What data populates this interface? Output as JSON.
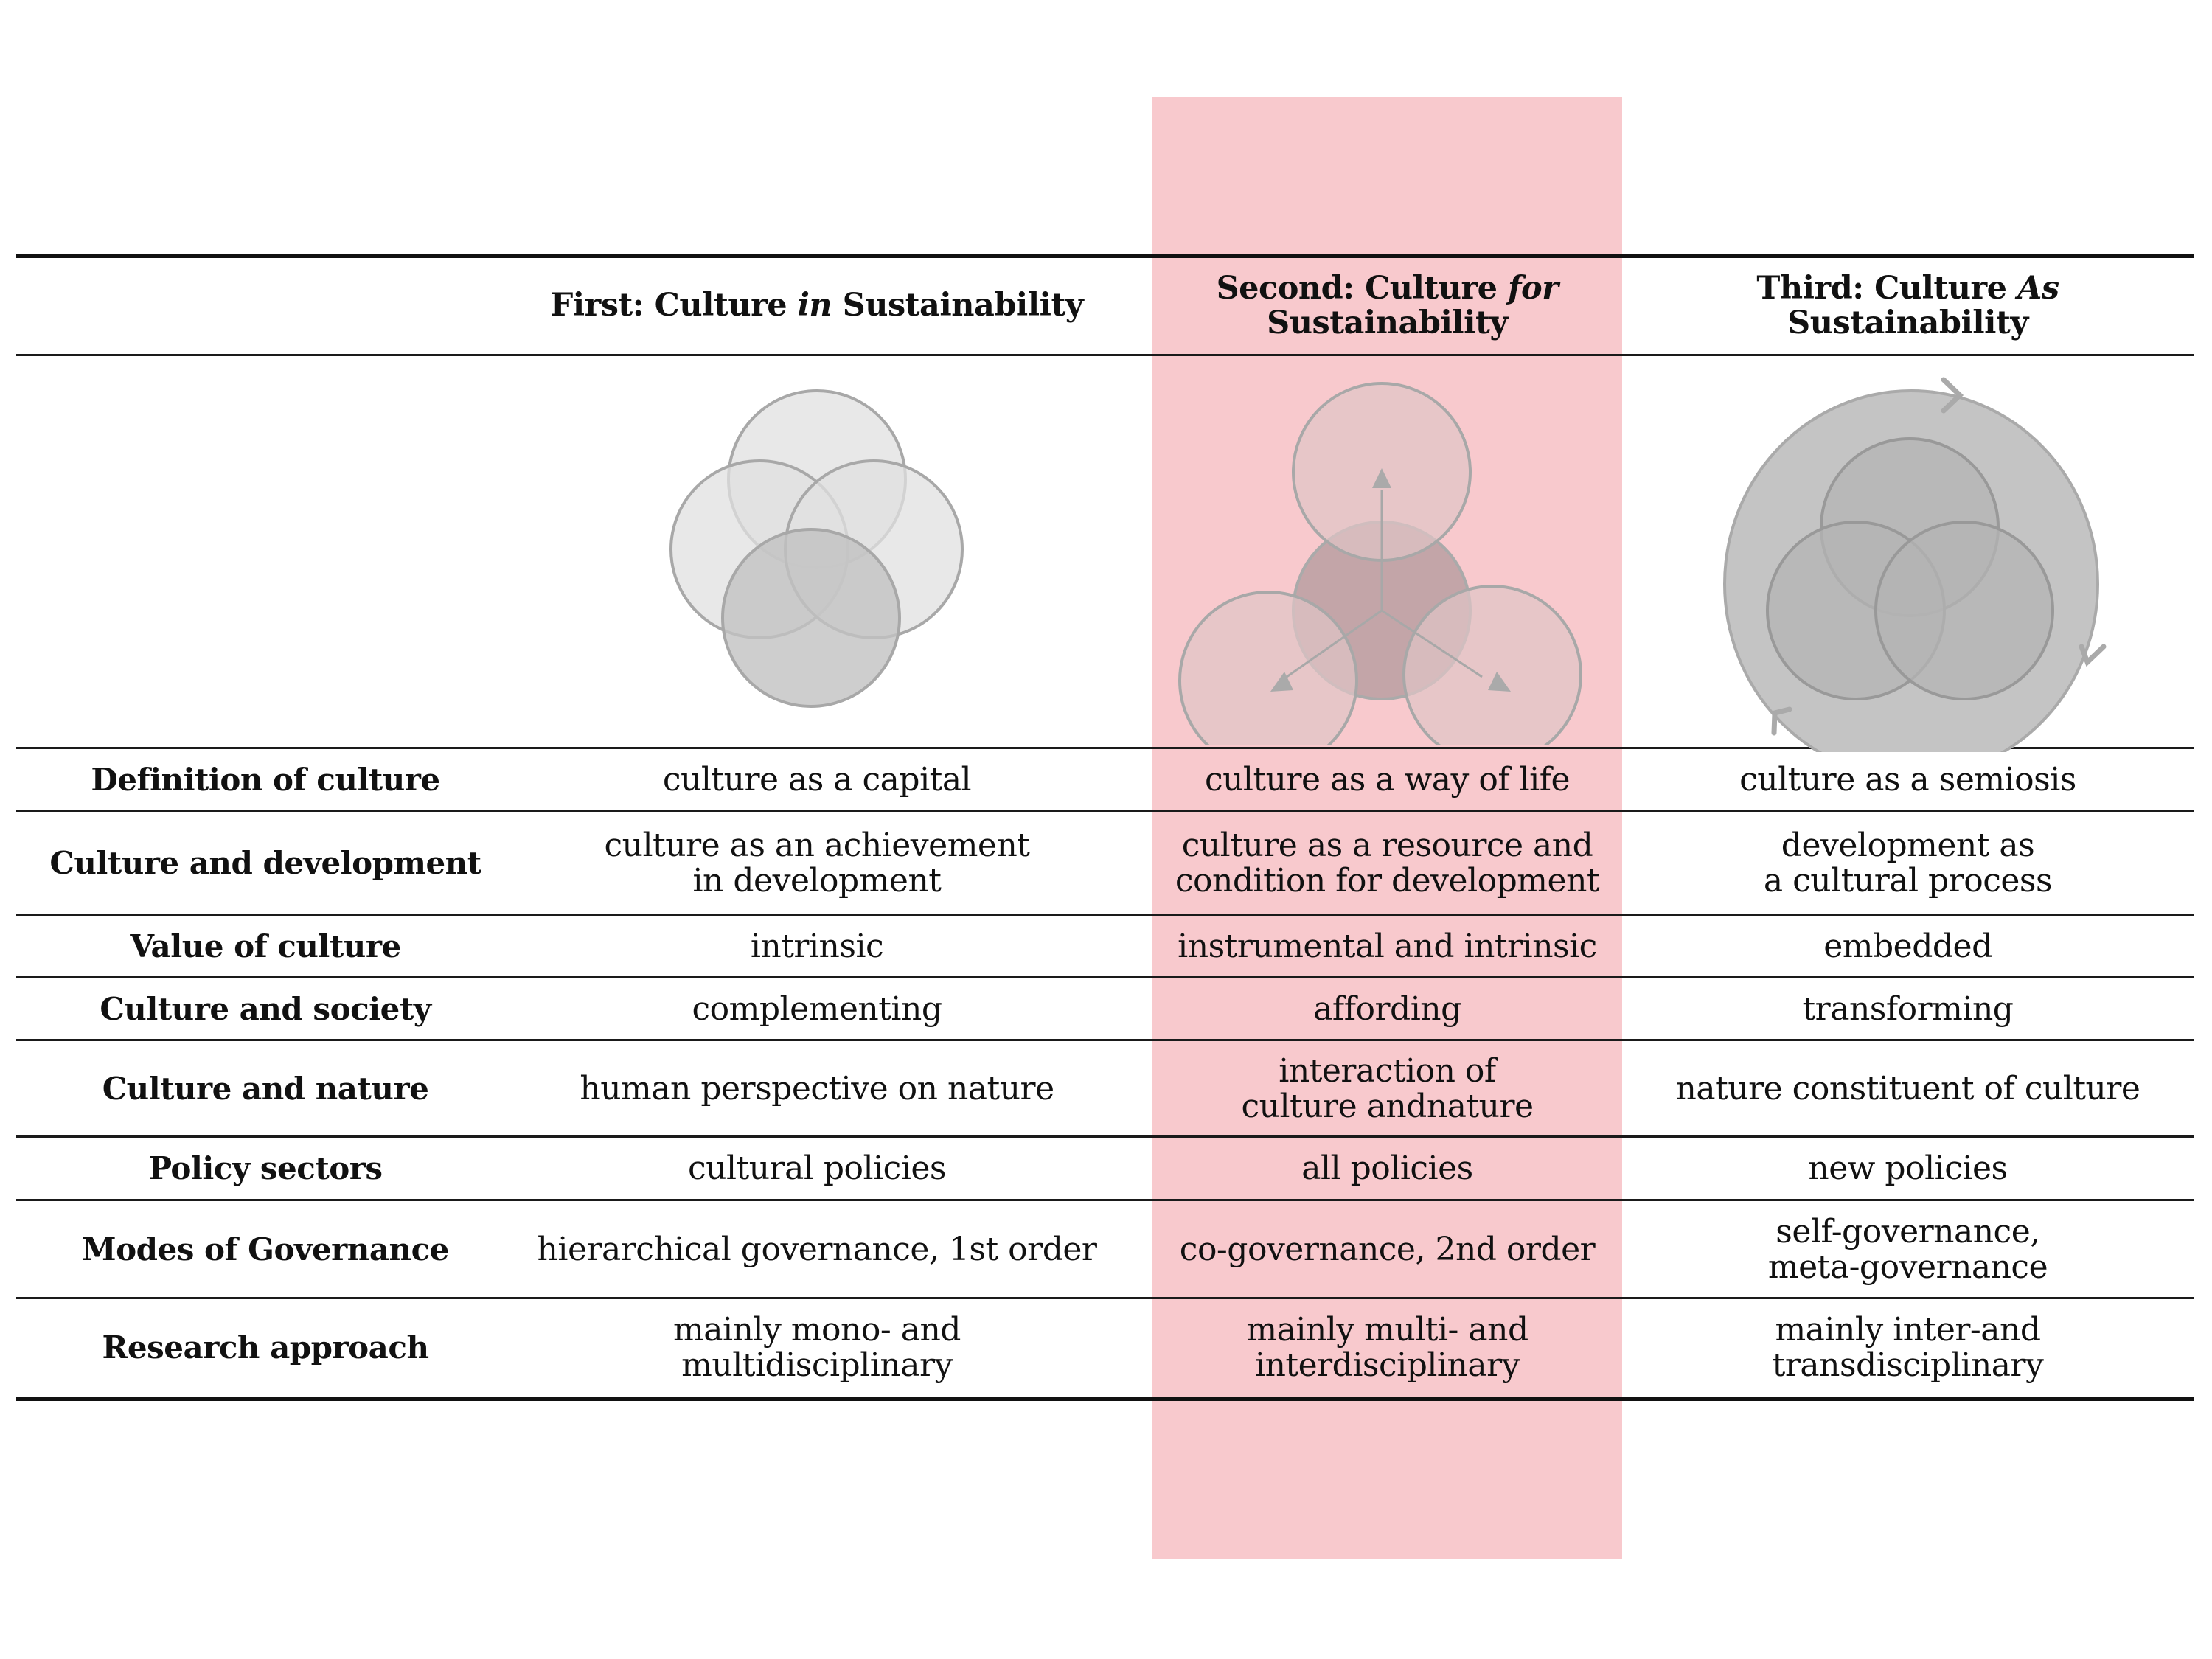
{
  "colors": {
    "highlight": "#f8c9cd",
    "circle_light": "#e0e0e0",
    "circle_dark": "#c2c2c2",
    "circle_stroke": "#a8a8a8",
    "pink_circle": "#dfc4c6",
    "pink_center": "#c3a5a8",
    "outer_ring": "#c4c4c4",
    "inner_circle": "#b4b4b4"
  },
  "table": {
    "headers": [
      {
        "prefix": "First: Culture ",
        "emph": "in",
        "suffix": " Sustainability"
      },
      {
        "prefix": "Second: Culture ",
        "emph": "for",
        "suffix": " Sustainability"
      },
      {
        "prefix": "Third: Culture ",
        "emph": "As",
        "suffix": " Sustainability"
      }
    ],
    "diagrams": [
      {
        "name": "four-overlapping-circles",
        "description_icon": "venn-four-icon"
      },
      {
        "name": "central-circle-with-arrows",
        "description_icon": "radiating-circles-icon"
      },
      {
        "name": "circles-within-cycle",
        "description_icon": "cyclic-venn-icon"
      }
    ],
    "rows": [
      {
        "label": "Definition of culture",
        "cells": [
          [
            "culture as a capital"
          ],
          [
            "culture as a way of life"
          ],
          [
            "culture as a semiosis"
          ]
        ]
      },
      {
        "label": "Culture and development",
        "cells": [
          [
            "culture as an achievement",
            "in development"
          ],
          [
            "culture as a resource and",
            "condition for development"
          ],
          [
            "development as",
            "a cultural process"
          ]
        ]
      },
      {
        "label": "Value of culture",
        "cells": [
          [
            "intrinsic"
          ],
          [
            "instrumental and intrinsic"
          ],
          [
            "embedded"
          ]
        ]
      },
      {
        "label": "Culture and society",
        "cells": [
          [
            "complementing"
          ],
          [
            "affording"
          ],
          [
            "transforming"
          ]
        ]
      },
      {
        "label": "Culture and nature",
        "cells": [
          [
            "human perspective on nature"
          ],
          [
            "interaction of",
            "culture andnature"
          ],
          [
            "nature constituent of culture"
          ]
        ]
      },
      {
        "label": "Policy sectors",
        "cells": [
          [
            "cultural policies"
          ],
          [
            "all policies"
          ],
          [
            "new policies"
          ]
        ]
      },
      {
        "label": "Modes of Governance",
        "cells": [
          [
            "hierarchical governance, 1st order"
          ],
          [
            "co-governance, 2nd order"
          ],
          [
            "self-governance,",
            "meta-governance"
          ]
        ]
      },
      {
        "label": "Research approach",
        "cells": [
          [
            "mainly mono- and",
            "multidisciplinary"
          ],
          [
            "mainly multi- and",
            "interdisciplinary"
          ],
          [
            "mainly inter-and",
            "transdisciplinary"
          ]
        ]
      }
    ]
  }
}
